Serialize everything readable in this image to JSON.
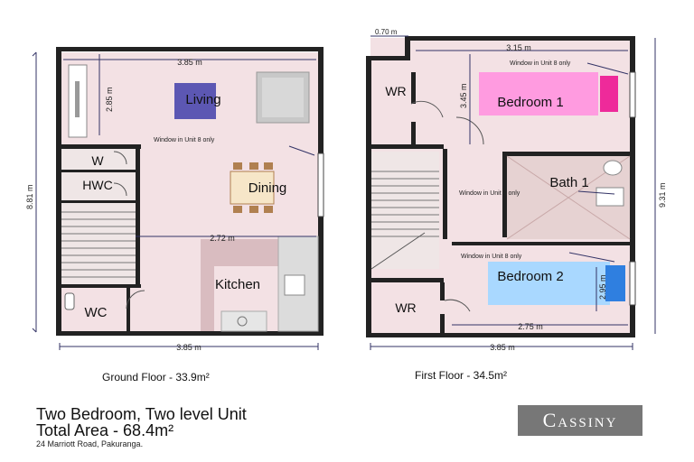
{
  "ground_floor": {
    "caption": "Ground Floor - 33.9m²",
    "dims": {
      "top_width": "3.85 m",
      "living_depth": "2.85 m",
      "overall_depth": "8.81 m",
      "mid_width": "2.72 m",
      "bottom_width": "3.85 m"
    },
    "rooms": {
      "living": "Living",
      "dining": "Dining",
      "kitchen": "Kitchen",
      "w": "W",
      "hwc": "HWC",
      "wc": "WC"
    },
    "note": "Window in Unit 8 only"
  },
  "first_floor": {
    "caption": "First Floor - 34.5m²",
    "dims": {
      "offset": "0.70 m",
      "top_width": "3.15 m",
      "bed1_depth": "3.45 m",
      "overall_depth": "9.31 m",
      "bed2_depth": "2.95 m",
      "bed2_width": "2.75 m",
      "bottom_width": "3.85 m"
    },
    "rooms": {
      "wr_top": "WR",
      "bedroom1": "Bedroom 1",
      "bath1": "Bath 1",
      "bedroom2": "Bedroom 2",
      "wr_bottom": "WR"
    },
    "notes": [
      "Window in Unit 8 only",
      "Window in Unit 8 only",
      "Window in Unit 8 only"
    ]
  },
  "title_line1": "Two Bedroom, Two level Unit",
  "title_line2": "Total Area - 68.4m²",
  "address": "24 Marriott Road, Pakuranga.",
  "logo": {
    "initial": "C",
    "rest": "ASSINY"
  },
  "colors": {
    "floor": "#f3e1e4",
    "wall": "#222222",
    "living": "#5c57b3",
    "bedroom1": "#ff9be0",
    "bedroom2": "#a9d8ff",
    "bath": "#e6d2d2",
    "kitchen": "#d9bcc0",
    "dim": "#333366"
  }
}
